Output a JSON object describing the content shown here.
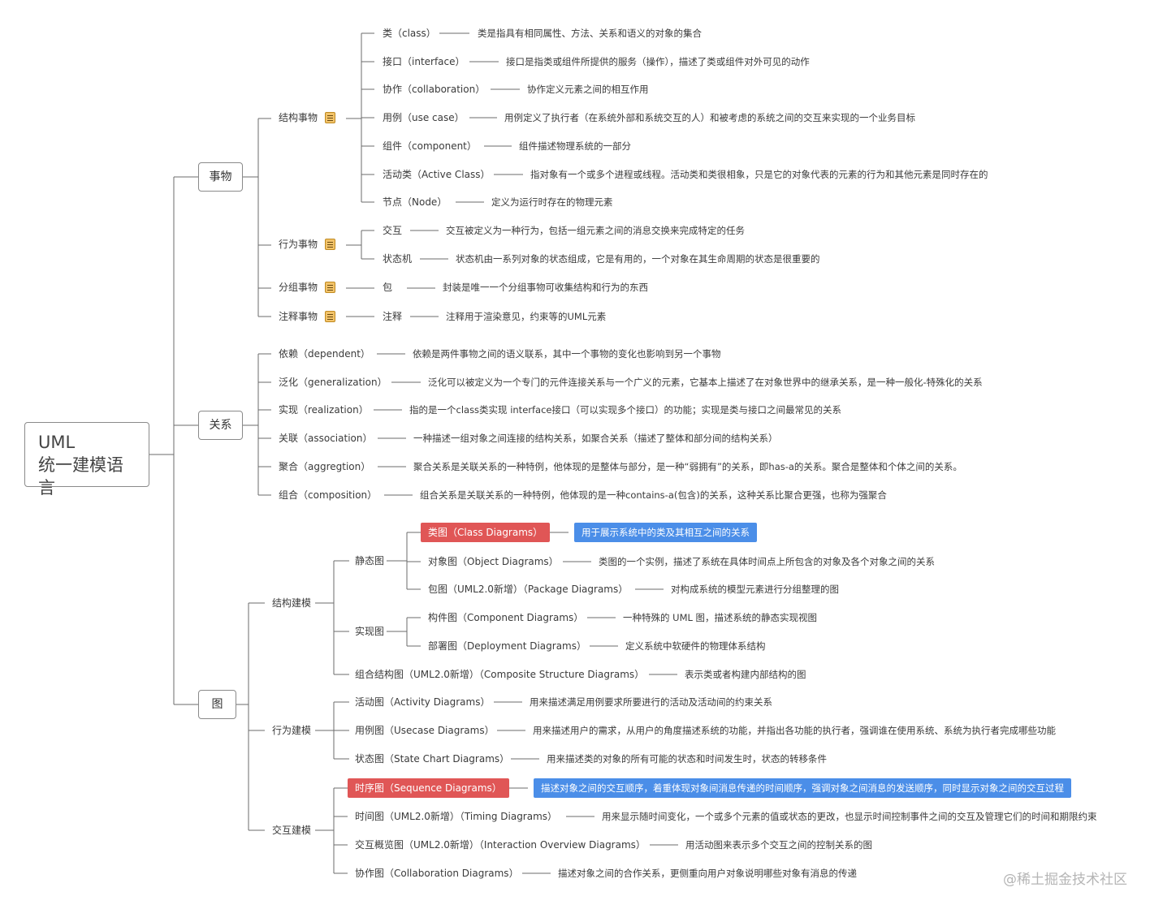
{
  "root": {
    "line1": "UML",
    "line2": "统一建模语言"
  },
  "things": {
    "label": "事物",
    "structural": {
      "label": "结构事物",
      "items": [
        {
          "name": "类（class）",
          "desc": "类是指具有相同属性、方法、关系和语义的对象的集合"
        },
        {
          "name": "接口（interface）",
          "desc": "接口是指类或组件所提供的服务（操作），描述了类或组件对外可见的动作"
        },
        {
          "name": "协作（collaboration）",
          "desc": "协作定义元素之间的相互作用"
        },
        {
          "name": "用例（use case）",
          "desc": "用例定义了执行者（在系统外部和系统交互的人）和被考虑的系统之间的交互来实现的一个业务目标"
        },
        {
          "name": "组件（component）",
          "desc": "组件描述物理系统的一部分"
        },
        {
          "name": "活动类（Active Class）",
          "desc": "指对象有一个或多个进程或线程。活动类和类很相象，只是它的对象代表的元素的行为和其他元素是同时存在的"
        },
        {
          "name": "节点（Node）",
          "desc": "定义为运行时存在的物理元素"
        }
      ]
    },
    "behavioral": {
      "label": "行为事物",
      "items": [
        {
          "name": "交互",
          "desc": "交互被定义为一种行为，包括一组元素之间的消息交换来完成特定的任务"
        },
        {
          "name": "状态机",
          "desc": "状态机由一系列对象的状态组成，它是有用的，一个对象在其生命周期的状态是很重要的"
        }
      ]
    },
    "grouping": {
      "label": "分组事物",
      "name": "包",
      "desc": "封装是唯一一个分组事物可收集结构和行为的东西"
    },
    "annotational": {
      "label": "注释事物",
      "name": "注释",
      "desc": "注释用于渲染意见，约束等的UML元素"
    }
  },
  "relations": {
    "label": "关系",
    "items": [
      {
        "name": "依赖（dependent）",
        "desc": "依赖是两件事物之间的语义联系，其中一个事物的变化也影响到另一个事物"
      },
      {
        "name": "泛化（generalization）",
        "desc": "泛化可以被定义为一个专门的元件连接关系与一个广义的元素，它基本上描述了在对象世界中的继承关系，是一种一般化-特殊化的关系"
      },
      {
        "name": "实现（realization）",
        "desc": "指的是一个class类实现 interface接口（可以实现多个接口）的功能；实现是类与接口之间最常见的关系"
      },
      {
        "name": "关联（association）",
        "desc": "一种描述一组对象之间连接的结构关系，如聚合关系（描述了整体和部分间的结构关系）"
      },
      {
        "name": "聚合（aggregtion）",
        "desc": "聚合关系是关联关系的一种特例，他体现的是整体与部分，是一种“弱拥有”的关系，即has-a的关系。聚合是整体和个体之间的关系。"
      },
      {
        "name": "组合（composition）",
        "desc": "组合关系是关联关系的一种特例，他体现的是一种contains-a(包含)的关系，这种关系比聚合更强，也称为强聚合"
      }
    ]
  },
  "diagrams": {
    "label": "图",
    "structural_modeling": {
      "label": "结构建模",
      "static": {
        "label": "静态图",
        "items": [
          {
            "name": "类图（Class Diagrams）",
            "desc": "用于展示系统中的类及其相互之间的关系",
            "highlight": true
          },
          {
            "name": "对象图（Object Diagrams）",
            "desc": "类图的一个实例，描述了系统在具体时间点上所包含的对象及各个对象之间的关系"
          },
          {
            "name": "包图（UML2.0新增）（Package Diagrams）",
            "desc": "对构成系统的模型元素进行分组整理的图"
          }
        ]
      },
      "implementation": {
        "label": "实现图",
        "items": [
          {
            "name": "构件图（Component Diagrams）",
            "desc": "一种特殊的 UML 图，描述系统的静态实现视图"
          },
          {
            "name": "部署图（Deployment Diagrams）",
            "desc": "定义系统中软硬件的物理体系结构"
          }
        ]
      },
      "composite": {
        "name": "组合结构图（UML2.0新增）（Composite Structure Diagrams）",
        "desc": "表示类或者构建内部结构的图"
      }
    },
    "behavioral_modeling": {
      "label": "行为建模",
      "items": [
        {
          "name": "活动图（Activity Diagrams）",
          "desc": "用来描述满足用例要求所要进行的活动及活动间的约束关系"
        },
        {
          "name": "用例图（Usecase Diagrams）",
          "desc": "用来描述用户的需求，从用户的角度描述系统的功能，并指出各功能的执行者，强调谁在使用系统、系统为执行者完成哪些功能"
        },
        {
          "name": "状态图（State Chart Diagrams）",
          "desc": "用来描述类的对象的所有可能的状态和时间发生时，状态的转移条件"
        }
      ]
    },
    "interaction_modeling": {
      "label": "交互建模",
      "items": [
        {
          "name": "时序图（Sequence Diagrams）",
          "desc": "描述对象之间的交互顺序，着重体现对象间消息传递的时间顺序，强调对象之间消息的发送顺序，同时显示对象之间的交互过程",
          "highlight": true
        },
        {
          "name": "时间图（UML2.0新增）（Timing Diagrams）",
          "desc": "用来显示随时间变化，一个或多个元素的值或状态的更改，也显示时间控制事件之间的交互及管理它们的时间和期限约束"
        },
        {
          "name": "交互概览图（UML2.0新增）（Interaction Overview Diagrams）",
          "desc": "用活动图来表示多个交互之间的控制关系的图"
        },
        {
          "name": "协作图（Collaboration Diagrams）",
          "desc": "描述对象之间的合作关系，更侧重向用户对象说明哪些对象有消息的传递"
        }
      ]
    }
  },
  "watermark": "@稀土掘金技术社区",
  "colors": {
    "highlight_red": "#e05656",
    "highlight_blue": "#4b8ee8",
    "line": "#6b6b6b"
  },
  "icons": {
    "note": "note-icon"
  }
}
